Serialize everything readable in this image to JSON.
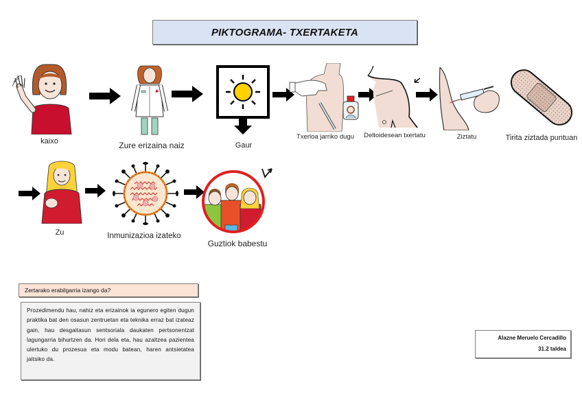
{
  "title": "PIKTOGRAMA- TXERTAKETA",
  "sequence_row1": [
    {
      "label": "kaixo",
      "icon": "waving-girl-icon"
    },
    {
      "label": "Zure erizaina naiz",
      "icon": "nurse-icon"
    },
    {
      "label": "Gaur",
      "icon": "today-sun-icon"
    },
    {
      "label": "Txerloa jarriko dugu",
      "icon": "shoulder-injection-icon"
    },
    {
      "label": "Deltoidesean txertatu",
      "icon": "deltoid-icon"
    },
    {
      "label": "Ziztatu",
      "icon": "syringe-arm-icon"
    },
    {
      "label": "Tirita ziztada puntuan",
      "icon": "bandage-icon"
    }
  ],
  "sequence_row2": [
    {
      "label": "Zu",
      "icon": "pointing-woman-icon"
    },
    {
      "label": "Inmunizazioa izateko",
      "icon": "virus-icon"
    },
    {
      "label": "Guztiok babestu",
      "icon": "protected-group-icon"
    }
  ],
  "question": "Zertarako erabilgarria izango da?",
  "description": "Prozedimendu hau, nahiz eta erizainok ia egunero egiten dugun praktika bat den osasun zentruetan eta teknika erraz bat izateaz gain, hau desgaitasun sentsoriala daukaten pertsonentzat lagungarria bihurtzen da. Hori dela eta, hau azaltzea pazientea ulertuko du prozesua eta modu batean, haren antsietatea jaitsiko da.",
  "author": {
    "name": "Alazne Meruelo Cercadillo",
    "group": "31.2 taldea"
  },
  "colors": {
    "title_bg": "#dae3f3",
    "question_bg": "#fbe3d6",
    "description_bg": "#f2f2f2",
    "shirt_red": "#c8102e",
    "sun_yellow": "#ffd200",
    "ring_red": "#e02020"
  }
}
